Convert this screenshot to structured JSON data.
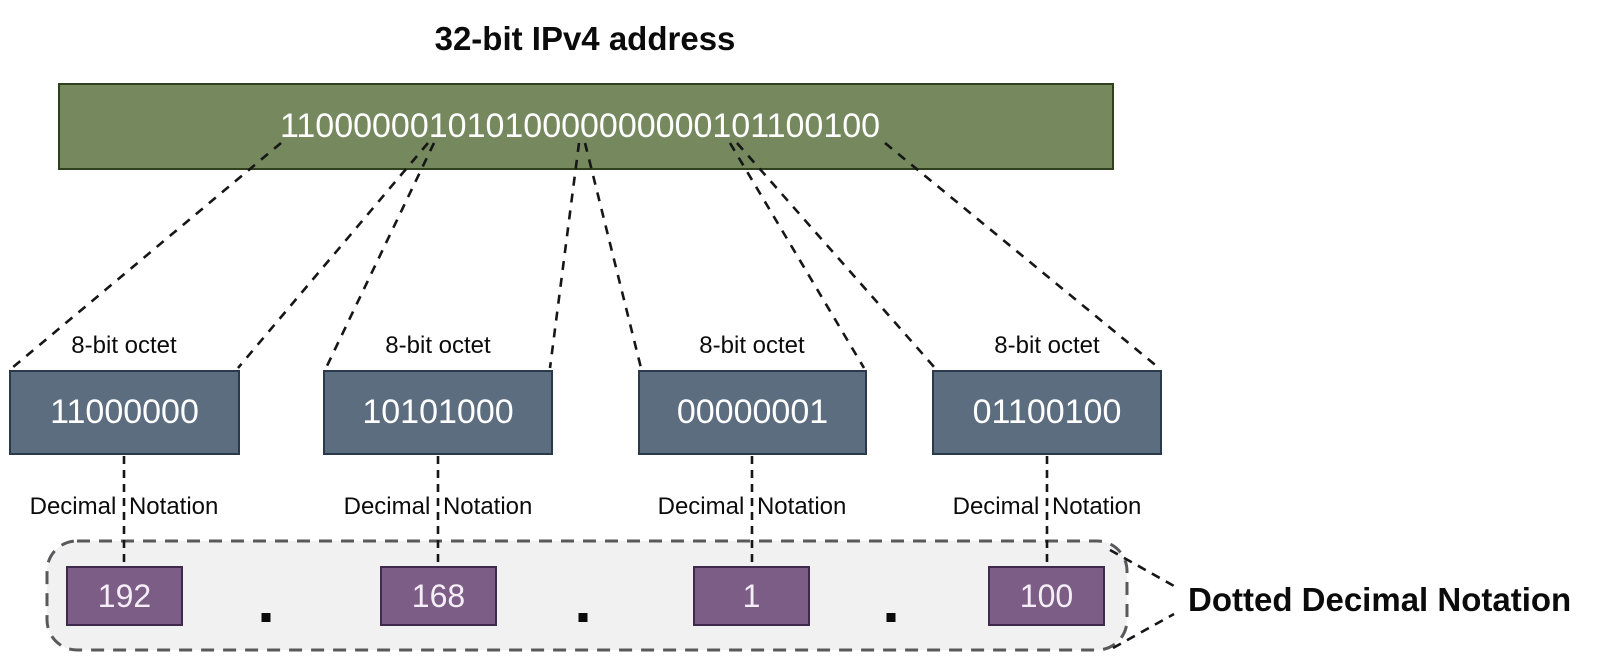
{
  "title": "32-bit IPv4 address",
  "address_bar": {
    "binary_address": "11000000101010000000000101100100"
  },
  "octet_section": {
    "octet_label": "8-bit octet",
    "decimal_label": "Decimal Notation",
    "octets": [
      {
        "binary": "11000000",
        "decimal": "192"
      },
      {
        "binary": "10101000",
        "decimal": "168"
      },
      {
        "binary": "00000001",
        "decimal": "1"
      },
      {
        "binary": "01100100",
        "decimal": "100"
      }
    ],
    "separator": "."
  },
  "dotted_decimal": {
    "label": "Dotted Decimal Notation"
  },
  "colors": {
    "address_bar_fill": "#76885e",
    "address_bar_border": "#2e401c",
    "octet_box_fill": "#5d6d80",
    "octet_box_border": "#2b3a4a",
    "decimal_box_fill": "#7b5d86",
    "decimal_box_border": "#3f2a4e",
    "container_fill": "#f1f1f2",
    "container_border": "#59595b",
    "line_color": "#161616",
    "text_on_fill": "#ffffff",
    "text_dark": "#0b0b0b"
  }
}
